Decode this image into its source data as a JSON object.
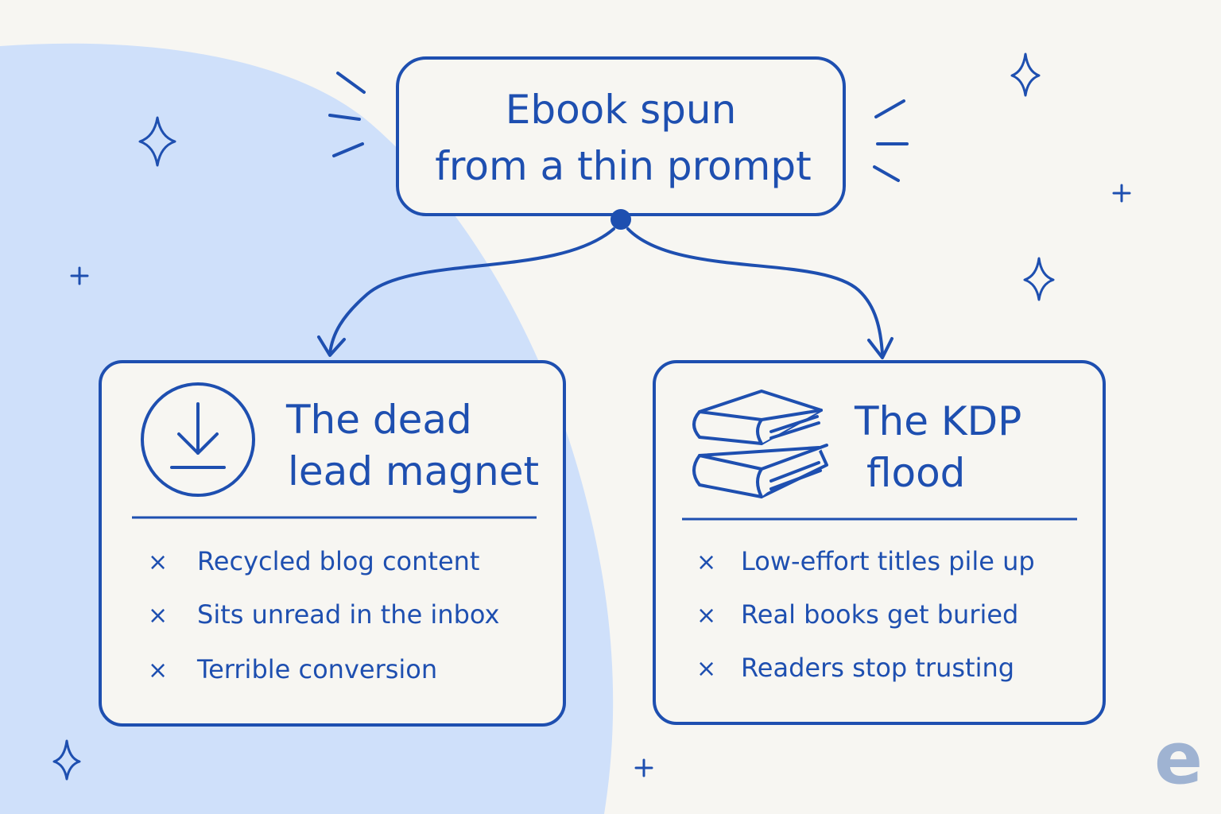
{
  "colors": {
    "ink": "#1e4fb0",
    "background": "#f7f6f2",
    "blob": "#cfe0fa",
    "logo": "#9fb3d2"
  },
  "root": {
    "line1": "Ebook spun",
    "line2": "from a thin prompt"
  },
  "left_card": {
    "icon": "download-circle-icon",
    "title_line1": "The dead",
    "title_line2": "lead magnet",
    "items": [
      "Recycled blog content",
      "Sits unread in the inbox",
      "Terrible conversion"
    ]
  },
  "right_card": {
    "icon": "book-stack-icon",
    "title_line1": "The KDP",
    "title_line2": "flood",
    "items": [
      "Low-effort titles pile up",
      "Real books get buried",
      "Readers stop trusting"
    ]
  },
  "bullet_mark": "×",
  "logo": "e"
}
